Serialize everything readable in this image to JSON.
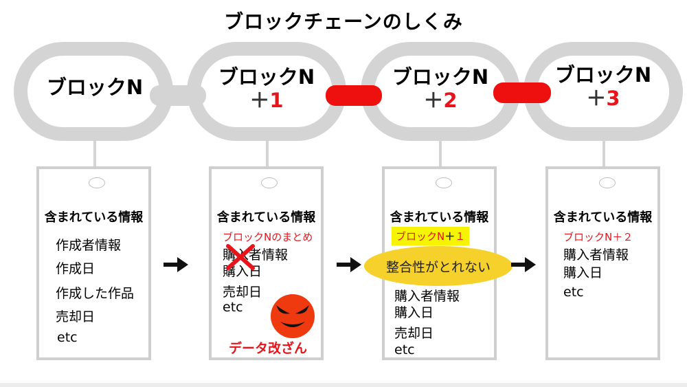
{
  "title": "ブロックチェーンのしくみ",
  "blocks": [
    {
      "name": "ブロックN",
      "plus": "",
      "num": ""
    },
    {
      "name": "ブロックN",
      "plus": "＋",
      "num": "1"
    },
    {
      "name": "ブロックN",
      "plus": "＋",
      "num": "2"
    },
    {
      "name": "ブロックN",
      "plus": "＋",
      "num": "3"
    }
  ],
  "tags": [
    {
      "heading": "含まれている情報",
      "items": [
        "作成者情報",
        "作成日",
        "作成した作品",
        "売却日",
        "etc"
      ]
    },
    {
      "heading": "含まれている情報",
      "summary": "ブロックNのまとめ",
      "items": [
        "購入者情報",
        "購入日",
        "売却日",
        "etc"
      ],
      "tamper_label": "データ改ざん"
    },
    {
      "heading": "含まれている情報",
      "summary_prefix": "ブロックN",
      "summary_plus": "＋",
      "summary_num": "１",
      "warning": "整合性がとれない",
      "items": [
        "購入者情報",
        "購入日",
        "売却日",
        "etc"
      ]
    },
    {
      "heading": "含まれている情報",
      "summary": "ブロックN＋２",
      "items": [
        "購入者情報",
        "購入日",
        "etc"
      ]
    }
  ],
  "colors": {
    "chain_gray": "#d4d4d4",
    "broken_link_red": "#ee0f0f",
    "accent_red": "#e8141b",
    "warning_yellow": "#f6d12c",
    "highlight_yellow": "#f6f400"
  }
}
